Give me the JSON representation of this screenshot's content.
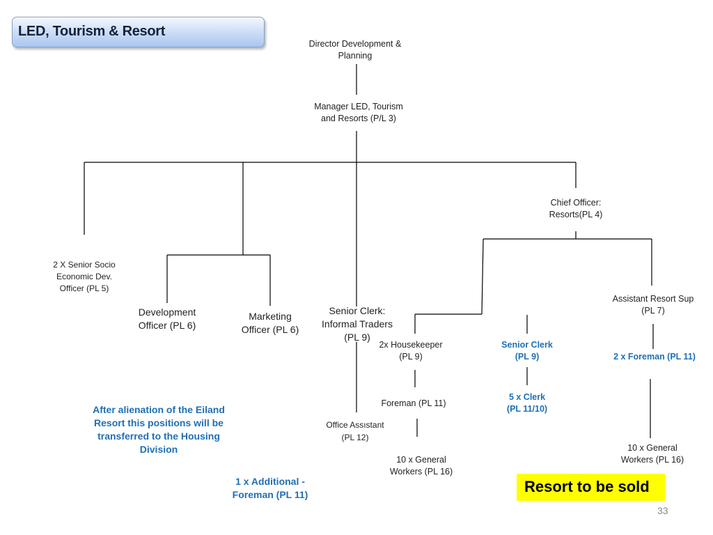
{
  "title": "LED, Tourism & Resort",
  "nodes": {
    "director": [
      "Director Development &",
      "Planning"
    ],
    "manager": [
      "Manager LED, Tourism",
      "and Resorts  (P/L 3)"
    ],
    "chief_officer": [
      "Chief  Officer:",
      "Resorts(PL 4)"
    ],
    "senior_socio": [
      "2 X Senior Socio",
      "Economic Dev.",
      "Officer  (PL 5)"
    ],
    "development_officer": [
      "Development",
      "Officer  (PL 6)"
    ],
    "marketing_officer": [
      "Marketing",
      "Officer  (PL 6)"
    ],
    "senior_clerk_informal": [
      "Senior Clerk:",
      "Informal Traders",
      "(PL 9)"
    ],
    "housekeeper": [
      "2x Housekeeper",
      "(PL 9)"
    ],
    "senior_clerk_resort": [
      "Senior Clerk",
      "(PL 9)"
    ],
    "assistant_resort_sup": [
      "Assistant Resort Sup",
      "(PL 7)"
    ],
    "foreman_2x": "2 x Foreman  (PL 11)",
    "foreman": "Foreman  (PL 11)",
    "clerks_5x": [
      "5 x  Clerk",
      "(PL 11/10)"
    ],
    "office_assistant": [
      "Office Assıstant",
      "(PL 12)"
    ],
    "general_workers_left": [
      "10 x General",
      "Workers (PL 16)"
    ],
    "general_workers_right": [
      "10 x General",
      "Workers (PL 16)"
    ]
  },
  "notes": {
    "alienation": [
      "After alienation of the Eiland",
      "Resort this positions will be",
      "transferred to the Housing",
      "Division"
    ],
    "additional_foreman": [
      "1 x Additional -",
      "Foreman  (PL 11)"
    ]
  },
  "highlight": "Resort to be sold",
  "page_number": "33",
  "colors": {
    "accent_blue": "#1f6fb5",
    "highlight_yellow": "#ffff00",
    "line": "#000000"
  }
}
